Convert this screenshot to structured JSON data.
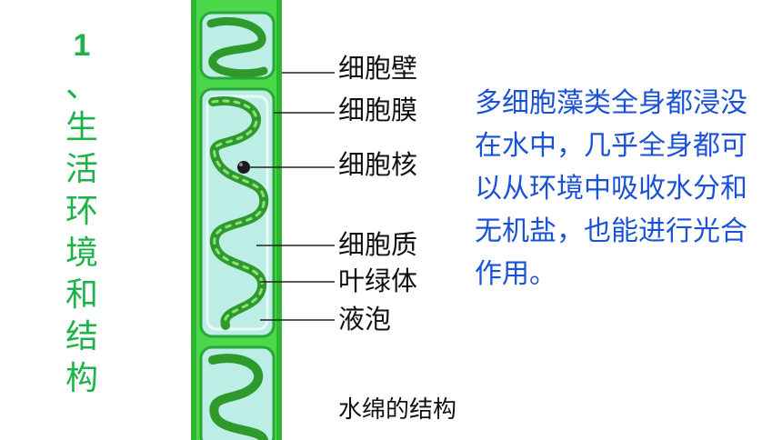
{
  "side_title": {
    "number": "1",
    "chars": [
      "、",
      "生",
      "活",
      "环",
      "境",
      "和",
      "结",
      "构"
    ]
  },
  "labels": {
    "cell_wall": "细胞壁",
    "cell_membrane": "细胞膜",
    "nucleus": "细胞核",
    "cytoplasm": "细胞质",
    "chloroplast": "叶绿体",
    "vacuole": "液泡"
  },
  "caption": "水绵的结构",
  "description": "多细胞藻类全身都浸没在水中，几乎全身都可以从环境中吸收水分和无机盐，也能进行光合作用。",
  "colors": {
    "title_green": "#1db34a",
    "text_blue": "#1a52d6",
    "filament_green": "#4cd64a",
    "cell_fill": "#bdeee6",
    "chloroplast": "#2f9a2c"
  }
}
